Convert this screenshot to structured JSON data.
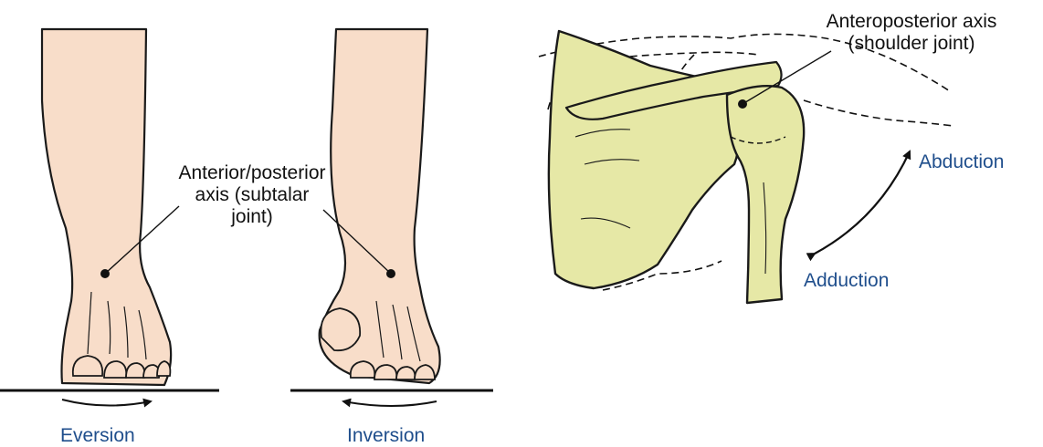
{
  "foot_panel": {
    "axis_label_lines": [
      "Anterior/posterior",
      "axis (subtalar",
      "joint)"
    ],
    "eversion_label": "Eversion",
    "inversion_label": "Inversion"
  },
  "shoulder_panel": {
    "axis_label_lines": [
      "Anteroposterior axis",
      "(shoulder joint)"
    ],
    "abduction_label": "Abduction",
    "adduction_label": "Adduction"
  },
  "colors": {
    "skin": "#f8ddc9",
    "bone": "#e6e8a6",
    "movement_text": "#1f4e8c",
    "ink": "#111111"
  }
}
